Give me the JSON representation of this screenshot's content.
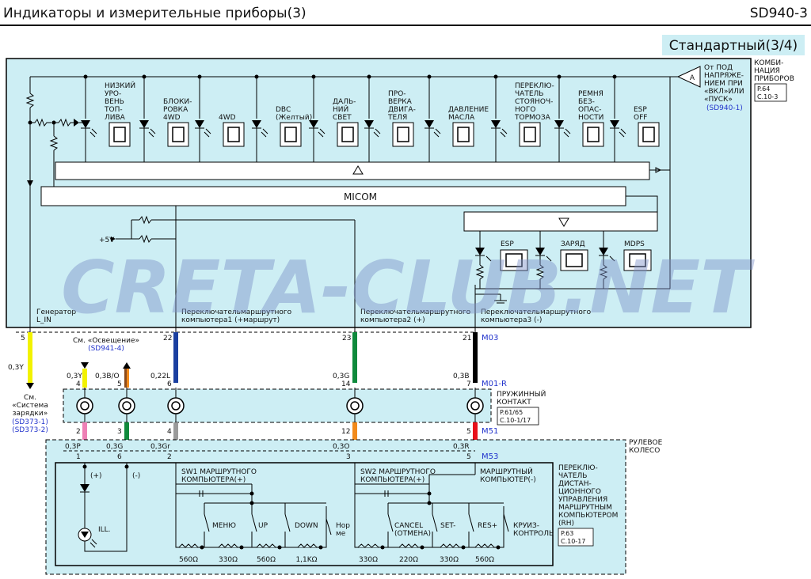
{
  "header": {
    "title": "Индикаторы и измерительные приборы(3)",
    "code": "SD940-3"
  },
  "variant": "Стандартный(3/4)",
  "cluster": {
    "label": [
      "КОМБИ-",
      "НАЦИЯ",
      "ПРИБОРОВ"
    ],
    "ref": [
      "P.64",
      "C.10-3"
    ],
    "supply": [
      "От ПОД",
      "НАПРЯЖЕ-",
      "НИЕМ ПРИ",
      "«ВКЛ»ИЛИ",
      "«ПУСК»"
    ],
    "supply_ref": "(SD940-1)",
    "connector_A": "A",
    "micom": "MICOM",
    "plus5v": "+5V"
  },
  "indicators": [
    {
      "label": [
        "НИЗКИЙ",
        "УРО-",
        "ВЕНЬ",
        "ТОП-",
        "ЛИВА"
      ],
      "icon": "fuel-pump-icon"
    },
    {
      "label": [
        "БЛОКИ-",
        "РОВКА",
        "4WD"
      ],
      "icon": "4wd-lock-icon"
    },
    {
      "label": [
        "4WD"
      ],
      "icon": "4wd-icon"
    },
    {
      "label": [
        "DBC",
        "(Желтый)"
      ],
      "icon": "dbc-icon"
    },
    {
      "label": [
        "ДАЛЬ-",
        "НИЙ",
        "СВЕТ"
      ],
      "icon": "high-beam-icon"
    },
    {
      "label": [
        "ПРО-",
        "ВЕРКА",
        "ДВИГА-",
        "ТЕЛЯ"
      ],
      "icon": "check-engine-icon"
    },
    {
      "label": [
        "ДАВЛЕНИЕ",
        "МАСЛА"
      ],
      "icon": "oil-pressure-icon"
    },
    {
      "label": [
        "ПЕРЕКЛЮ-",
        "ЧАТЕЛЬ",
        "СТОЯНОЧ-",
        "НОГО",
        "ТОРМОЗА"
      ],
      "icon": "parking-brake-icon"
    },
    {
      "label": [
        "РЕМНЯ",
        "БЕЗ-",
        "ОПАС-",
        "НОСТИ"
      ],
      "icon": "seatbelt-icon"
    },
    {
      "label": [
        "ESP",
        "OFF"
      ],
      "icon": "esp-off-icon"
    }
  ],
  "lower_indicators": [
    {
      "label": "ESP",
      "icon": "esp-icon"
    },
    {
      "label": "ЗАРЯД",
      "icon": "battery-icon"
    },
    {
      "label": "MDPS",
      "icon": "mdps-icon"
    }
  ],
  "signals": {
    "generator": [
      "Генератор",
      "L_IN"
    ],
    "trip1": [
      "Переключательмаршрутного",
      "компьютера1 (+маршрут)"
    ],
    "trip2": [
      "Переключательмаршрутного",
      "компьютера2 (+)"
    ],
    "trip3": [
      "Переключательмаршрутного",
      "компьютера3 (-)"
    ]
  },
  "connectors": {
    "m03": "M03",
    "m01r": "M01-R",
    "m51": "M51",
    "m53": "M53"
  },
  "pins_cluster": [
    "5",
    "22",
    "23",
    "21"
  ],
  "wire_labels": {
    "w1": "0,3Y",
    "w2": "0,3Y",
    "w3": "0,3B/O",
    "w4": "0,22L",
    "w5": "0,3G",
    "w6": "0,3B",
    "w7": "0,3P",
    "w8": "0,3G",
    "w9": "0,3Gr",
    "w10": "0,3O",
    "w11": "0,3R"
  },
  "pins_m01": [
    "4",
    "5",
    "6",
    "14",
    "7"
  ],
  "pins_m51": [
    "2",
    "3",
    "4",
    "12",
    "5"
  ],
  "pins_m53": [
    "1",
    "6",
    "2",
    "3",
    "5"
  ],
  "see_lighting": [
    "См. «Освещение»",
    "(SD941-4)"
  ],
  "see_charging": [
    "См.",
    "«Система",
    "зарядки»"
  ],
  "see_charging_refs": [
    "(SD373-1)",
    "(SD373-2)"
  ],
  "clock_spring": {
    "label": [
      "ПРУЖИННЫЙ",
      "КОНТАКТ"
    ],
    "ref": [
      "P.61/65",
      "C.10-1/17"
    ]
  },
  "steering": {
    "label": [
      "РУЛЕВОЕ",
      "КОЛЕСО"
    ]
  },
  "remote": {
    "label": [
      "ПЕРЕКЛЮ-",
      "ЧАТЕЛЬ",
      "ДИСТАН-",
      "ЦИОННОГО",
      "УПРАВЛЕНИЯ",
      "МАРШРУТНЫМ",
      "КОМПЬЮТЕРОМ",
      "(RH)"
    ],
    "ref": [
      "P.63",
      "C.10-17"
    ]
  },
  "sw1": [
    "SW1 МАРШРУТНОГО",
    "КОМПЬЮТЕРА(+)"
  ],
  "sw2": [
    "SW2 МАРШРУТНОГО",
    "КОМПЬЮТЕРА(+)"
  ],
  "trip_minus": [
    "МАРШРУТНЫЙ",
    "КОМПЬЮТЕР(-)"
  ],
  "plus_label": "(+)",
  "minus_label": "(-)",
  "ill": "ILL.",
  "buttons": {
    "menu": "МЕНЮ",
    "up": "UP",
    "down": "DOWN",
    "norm": [
      "Нор",
      "ме"
    ],
    "cancel": [
      "CANCEL",
      "(ОТМЕНА)"
    ],
    "set": "SET-",
    "res": "RES+",
    "cruise": [
      "КРУИЗ-",
      "КОНТРОЛЬ"
    ]
  },
  "resistors": [
    "560Ω",
    "330Ω",
    "560Ω",
    "1,1KΩ",
    "330Ω",
    "220Ω",
    "330Ω",
    "560Ω"
  ],
  "watermark": "CRETA-CLUB.NET",
  "colors": {
    "box_fill": "#cdeef4",
    "yellow": "#f2f200",
    "blue": "#1b3fa0",
    "green": "#0f8a3c",
    "black": "#000000",
    "pink": "#ee7fb5",
    "gray": "#9a9a9a",
    "orange": "#f28a1a",
    "red": "#e8101a",
    "brown": "#8b4a1a"
  }
}
